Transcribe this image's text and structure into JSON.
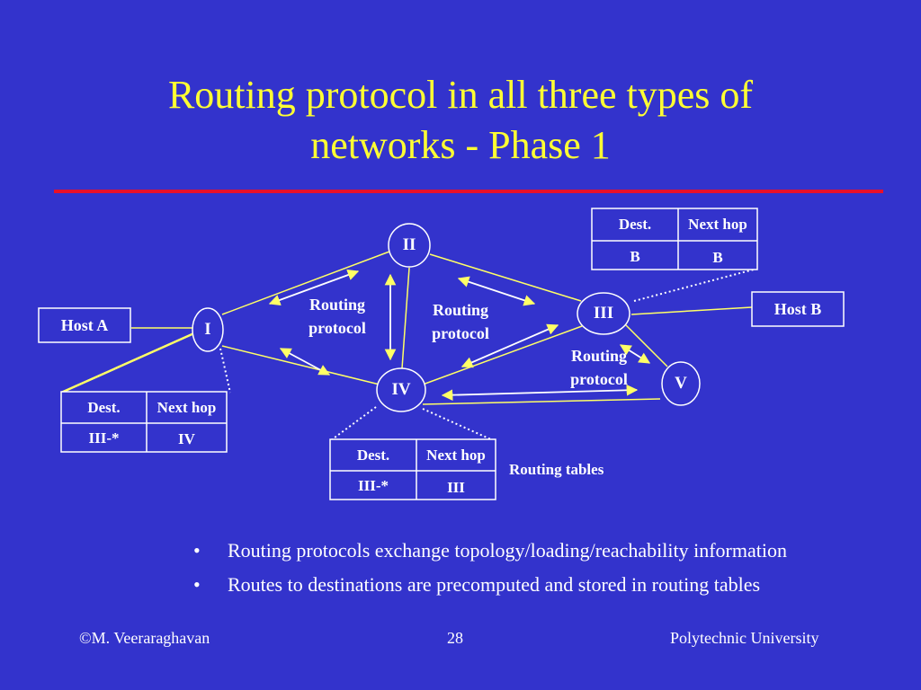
{
  "slide": {
    "title_line1": "Routing protocol in all three types of",
    "title_line2": "networks - Phase 1"
  },
  "colors": {
    "background": "#3333cc",
    "title": "#ffff33",
    "rule": "#e8102a",
    "lines": "#ffff66",
    "text": "#ffffff"
  },
  "nodes": {
    "n1": "I",
    "n2": "II",
    "n3": "III",
    "n4": "IV",
    "n5": "V"
  },
  "hosts": {
    "a": "Host A",
    "b": "Host B"
  },
  "protocol_labels": {
    "line1": "Routing",
    "line2": "protocol"
  },
  "routing_tables_label": "Routing tables",
  "tables": {
    "headers": {
      "dest": "Dest.",
      "next_hop": "Next hop"
    },
    "table_III": {
      "dest": "B",
      "next_hop": "B"
    },
    "table_I": {
      "dest": "III-*",
      "next_hop": "IV"
    },
    "table_IV": {
      "dest": "III-*",
      "next_hop": "III"
    }
  },
  "bullets": [
    "Routing protocols exchange topology/loading/reachability information",
    "Routes to destinations are precomputed and stored in routing tables"
  ],
  "bullet_symbol": "•",
  "footer": {
    "author": "©M. Veeraraghavan",
    "page": "28",
    "institution": "Polytechnic University"
  }
}
